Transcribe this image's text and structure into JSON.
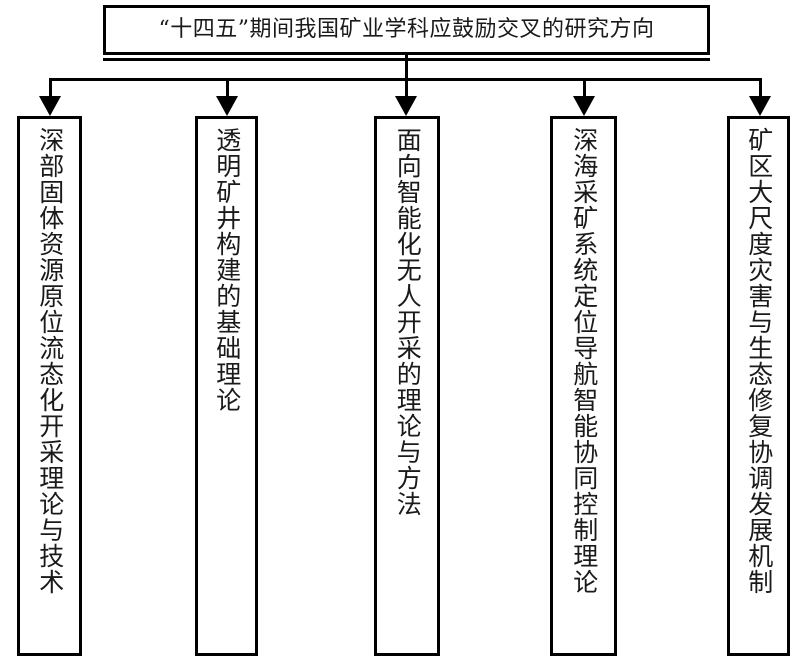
{
  "diagram": {
    "type": "tree",
    "orientation": "top-down",
    "root": {
      "label": "“十四五”期间我国矿业学科应鼓励交叉的研究方向"
    },
    "colors": {
      "line": "#000000",
      "text": "#1a1a1a",
      "background": "#ffffff"
    },
    "branches": [
      {
        "label": "深部固体资源原位流态化开采理论与技术"
      },
      {
        "label": "透明矿井构建的基础理论"
      },
      {
        "label": "面向智能化无人开采的理论与方法"
      },
      {
        "label": "深海采矿系统定位导航智能协同控制理论"
      },
      {
        "label": "矿区大尺度灾害与生态修复协调发展机制"
      }
    ]
  }
}
